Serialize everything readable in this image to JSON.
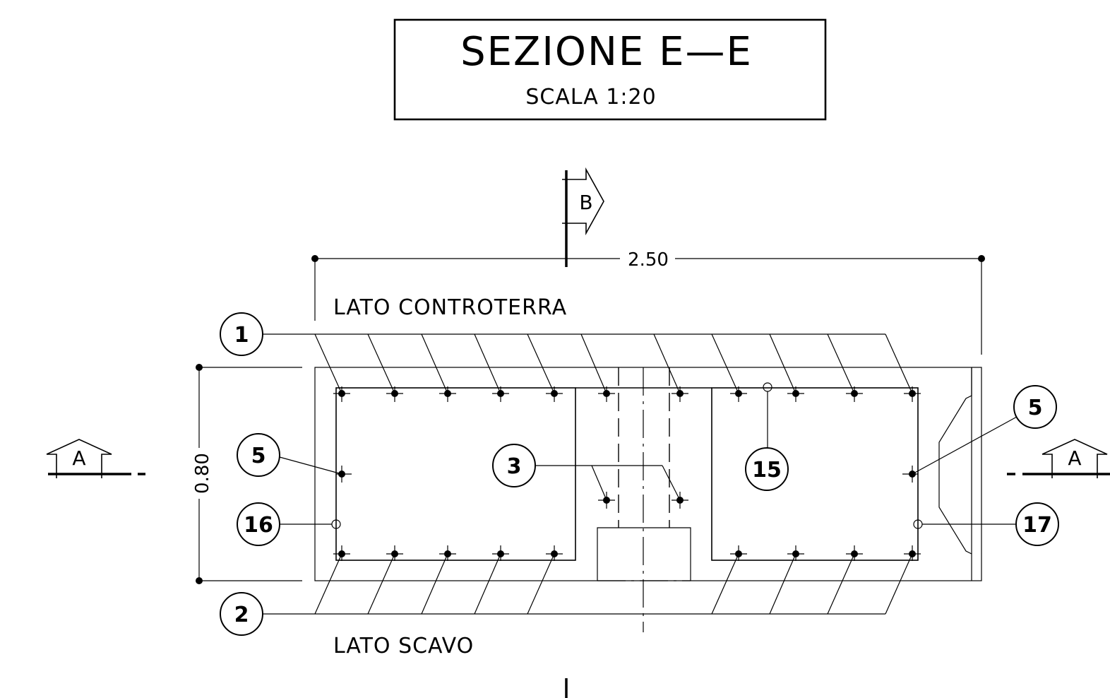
{
  "title": {
    "main": "SEZIONE E—E",
    "scale": "SCALA 1:20"
  },
  "dimensions": {
    "width": "2.50",
    "height": "0.80"
  },
  "sides": {
    "top": "LATO CONTROTERRA",
    "bottom": "LATO SCAVO"
  },
  "section_marks": {
    "left": "A",
    "right": "A",
    "top": "B"
  },
  "callouts": {
    "c1": "1",
    "c2": "2",
    "c3": "3",
    "c5_left": "5",
    "c5_right": "5",
    "c15": "15",
    "c16": "16",
    "c17": "17"
  }
}
